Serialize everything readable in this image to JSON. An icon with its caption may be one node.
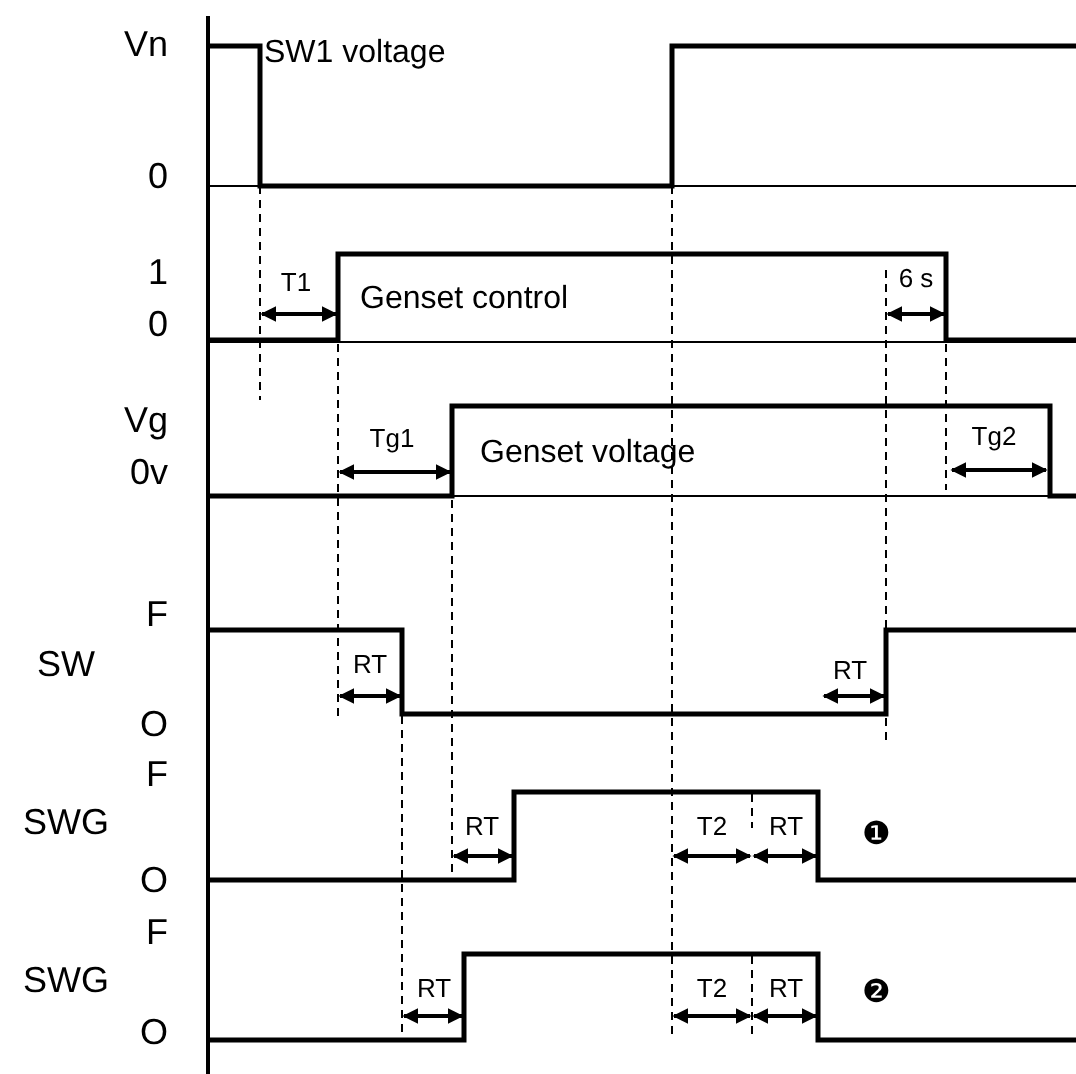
{
  "diagram": {
    "labels": [
      "Vn",
      "SW1 voltage",
      "0",
      "1",
      "T1",
      "Genset control",
      "6 s",
      "0",
      "Vg",
      "Tg1",
      "Tg2",
      "Genset voltage",
      "0v",
      "F",
      "SW",
      "RT",
      "RT",
      "O",
      "F",
      "SWG",
      "RT",
      "T2",
      "RT",
      "❶",
      "O",
      "F",
      "SWG",
      "RT",
      "T2",
      "RT",
      "❷",
      "O"
    ]
  }
}
